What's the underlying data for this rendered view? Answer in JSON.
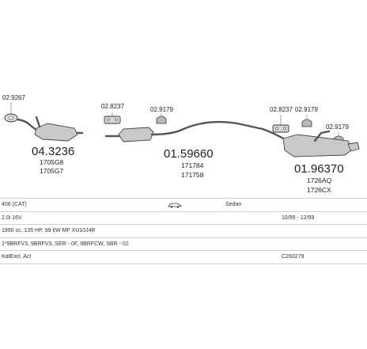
{
  "parts": {
    "front_pipe": {
      "number": "04.3236",
      "alt1": "1705G8",
      "alt2": "1705G7"
    },
    "middle_silencer": {
      "number": "01.59660",
      "alt1": "171784",
      "alt2": "171758"
    },
    "rear_silencer": {
      "number": "01.96370",
      "alt1": "1726AQ",
      "alt2": "1726CX"
    }
  },
  "accessories": {
    "gasket_front": "02.9267",
    "clamp_middle": "02.8237",
    "rubber_middle": "02.9179",
    "clamp_rear": "02.8237",
    "rubber_rear_1": "02.9179",
    "rubber_rear_2": "02.9179"
  },
  "vehicle": {
    "model": "406 (CAT)",
    "body": "Sedan",
    "engine": "2.0i 16V",
    "period": "10/95 - 12/99",
    "specs": "1990 cc, 135 HP, 99 kW MF XU10J4R",
    "engine_codes": "1*9BRFV3, 9BRFV3, SER - 0F, 9BRFCW, SBR - 02",
    "notes": "KatExcl. Act",
    "ref": "C260279"
  }
}
